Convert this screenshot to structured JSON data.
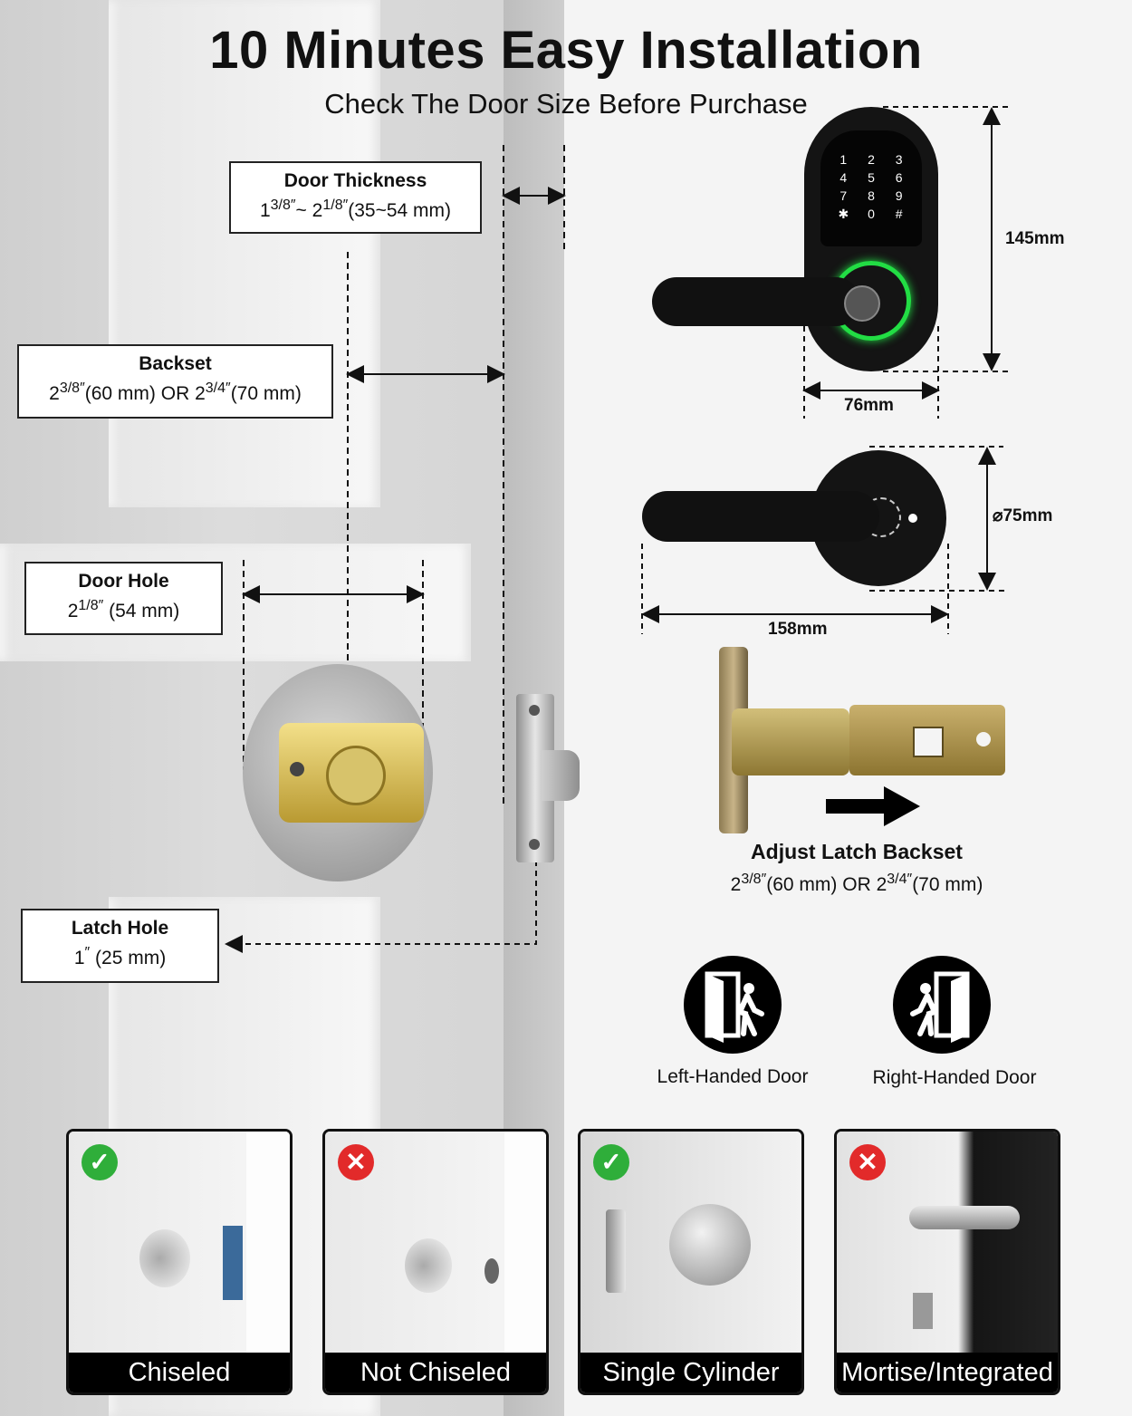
{
  "title": "10 Minutes Easy Installation",
  "subtitle": "Check The Door Size Before Purchase",
  "door_thickness": {
    "label": "Door Thickness",
    "a": "1",
    "a_frac": "3/8″",
    "sep": "~",
    "b": "2",
    "b_frac": "1/8″",
    "mm": "(35~54 mm)"
  },
  "backset": {
    "label": "Backset",
    "a": "2",
    "a_frac": "3/8″",
    "a_mm": "(60 mm)",
    "or": "OR",
    "b": "2",
    "b_frac": "3/4″",
    "b_mm": "(70 mm)"
  },
  "door_hole": {
    "label": "Door Hole",
    "a": "2",
    "a_frac": "1/8″",
    "mm": "(54 mm)"
  },
  "latch_hole": {
    "label": "Latch Hole",
    "a": "1",
    "a_frac": "″",
    "mm": "(25 mm)"
  },
  "dimensions": {
    "height": "145mm",
    "width": "76mm",
    "rose": "⌀75mm",
    "length": "158mm"
  },
  "keypad": [
    "1",
    "2",
    "3",
    "4",
    "5",
    "6",
    "7",
    "8",
    "9",
    "✱",
    "0",
    "#"
  ],
  "adjust": {
    "label": "Adjust Latch Backset",
    "a": "2",
    "a_frac": "3/8″",
    "a_mm": "(60 mm)",
    "or": "OR",
    "b": "2",
    "b_frac": "3/4″",
    "b_mm": "(70 mm)"
  },
  "handing": {
    "left": "Left-Handed Door",
    "right": "Right-Handed Door"
  },
  "cards": [
    {
      "label": "Chiseled",
      "status": "✓"
    },
    {
      "label": "Not Chiseled",
      "status": "✕"
    },
    {
      "label": "Single Cylinder",
      "status": "✓"
    },
    {
      "label": "Mortise/Integrated",
      "status": "✕"
    }
  ],
  "colors": {
    "accent_green": "#2fae3a",
    "accent_red": "#e22a2a",
    "fingerprint_ring": "#22dd44"
  }
}
